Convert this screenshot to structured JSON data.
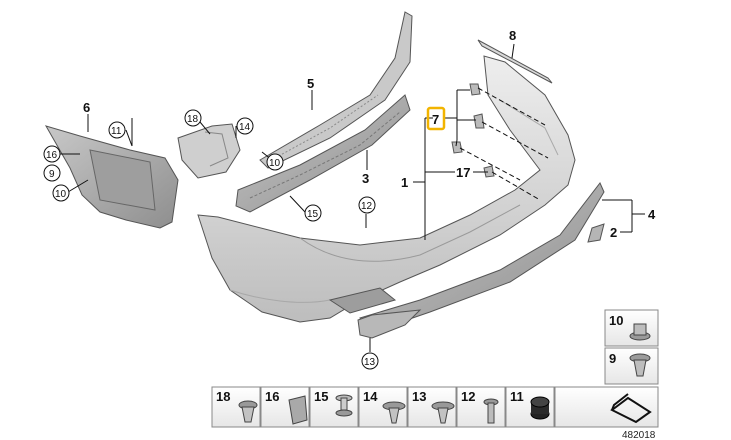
{
  "callouts": {
    "c1": "1",
    "c2": "2",
    "c3": "3",
    "c4": "4",
    "c5": "5",
    "c6": "6",
    "c7": "7",
    "c8": "8",
    "c17": "17"
  },
  "circled": {
    "n9": "9",
    "n10a": "10",
    "n10b": "10",
    "n11": "11",
    "n12": "12",
    "n13": "13",
    "n14": "14",
    "n15": "15",
    "n16": "16",
    "n18": "18"
  },
  "legend": {
    "bottom_row": [
      "18",
      "16",
      "15",
      "14",
      "13",
      "12",
      "11",
      ""
    ],
    "right_column": [
      "10",
      "9"
    ]
  },
  "highlight_color": "#f2b400",
  "reference_number": "482018"
}
